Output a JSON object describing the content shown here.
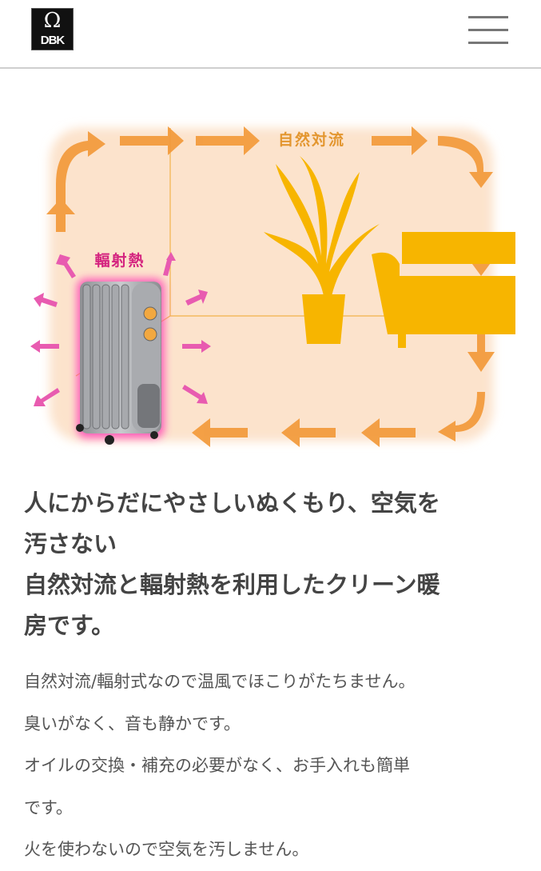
{
  "header": {
    "logo_text": "DBK",
    "menu_icon": "hamburger-menu-icon"
  },
  "illustration": {
    "convection_label": "自然対流",
    "radiant_label": "輻射熱",
    "colors": {
      "background": "#fce3cc",
      "arrow": "#f39a3a",
      "furniture": "#f7b500",
      "radiant": "#e0359a"
    }
  },
  "content": {
    "heading_lines": [
      "人にからだにやさしいぬくもり、空気を",
      "汚さない",
      "自然対流と輻射熱を利用したクリーン暖",
      "房です。"
    ],
    "body_lines": [
      "自然対流/輻射式なので温風でほこりがたちません。",
      "臭いがなく、音も静かです。",
      "オイルの交換・補充の必要がなく、お手入れも簡単",
      "です。",
      "火を使わないので空気を汚しません。"
    ]
  }
}
